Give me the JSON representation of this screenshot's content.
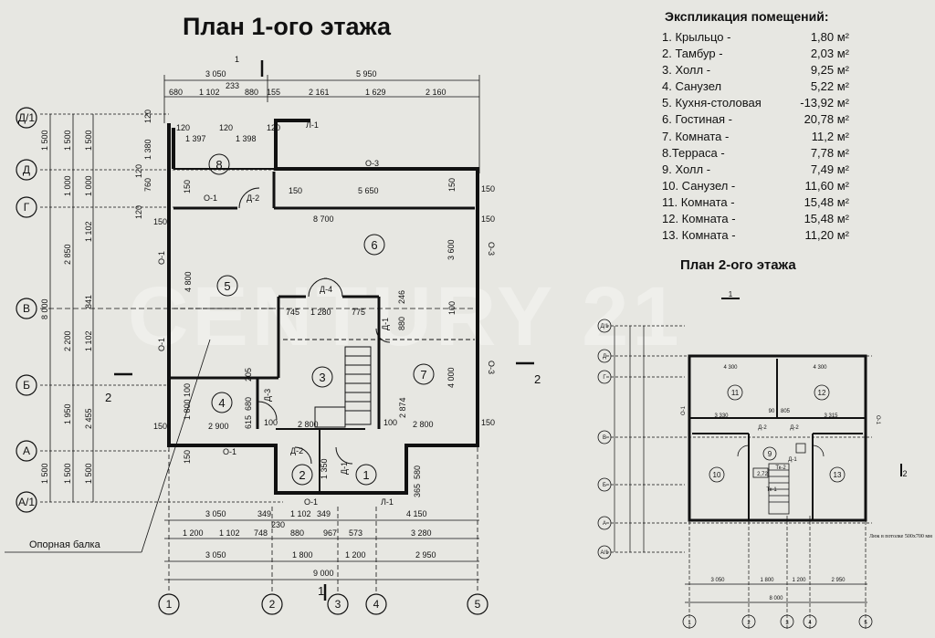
{
  "plan1": {
    "title": "План 1-ого этажа",
    "section_marks": [
      "1",
      "2"
    ],
    "top_dims_1": [
      "3 050",
      "5 950"
    ],
    "top_dims_2": [
      "680",
      "1 102",
      "233",
      "880",
      "155",
      "2 161",
      "1 629",
      "2 160"
    ],
    "inner_top": [
      "120",
      "1 397",
      "120",
      "1 398",
      "120"
    ],
    "left_dims_1": [
      "1 500",
      "1 500",
      "1 000",
      "2 850",
      "2 200",
      "1 950",
      "1 500"
    ],
    "left_total": "8 000",
    "left_dims_2": [
      "1 500",
      "1 000",
      "1 102",
      "841",
      "1 102",
      "2 455",
      "1 500"
    ],
    "axes_rows": [
      "Д/1",
      "Д",
      "Г",
      "В",
      "Б",
      "А",
      "А/1"
    ],
    "axes_cols": [
      "1",
      "2",
      "3",
      "4",
      "5"
    ],
    "rooms": [
      "8",
      "6",
      "5",
      "4",
      "3",
      "7",
      "2",
      "1"
    ],
    "labels": {
      "o3": "О-3",
      "o1": "О-1",
      "l1": "Л-1",
      "d2": "Д-2",
      "d1": "Д-1",
      "d3": "Д-3",
      "d4": "Д-4",
      "w5650": "5 650",
      "w8700": "8 700",
      "w4800": "4 800",
      "w3600": "3 600",
      "w745": "745",
      "w1280": "1 280",
      "w775": "775",
      "w2900": "2 900",
      "w2800a": "2 800",
      "w2800b": "2 800",
      "w4000": "4 000",
      "w2874": "2 874",
      "w1800": "1 800",
      "w1350": "1 350",
      "v150": "150",
      "v100": "100",
      "v1380": "1 380",
      "v760": "760",
      "v246": "246",
      "v880": "880",
      "v205": "205",
      "v680": "680",
      "v615": "615",
      "v1000": "1 000",
      "v580": "580",
      "v365": "365"
    },
    "bot_dims_1": [
      "3 050",
      "349",
      "1 102",
      "349",
      "4 150"
    ],
    "bot_dims_2": [
      "1 200",
      "1 102",
      "748",
      "230",
      "880",
      "967",
      "573",
      "3 280"
    ],
    "bot_dims_3": [
      "3 050",
      "1 800",
      "1 200",
      "2 950"
    ],
    "bot_total": "9 000",
    "beam": "Опорная балка"
  },
  "explication": {
    "title": "Экспликация помещений:",
    "items": [
      {
        "name": "1. Крыльцо  -",
        "area": "1,80 м²"
      },
      {
        "name": "2. Тамбур  -",
        "area": "2,03 м²"
      },
      {
        "name": "3. Холл  -",
        "area": "9,25 м²"
      },
      {
        "name": "4. Санузел",
        "area": "5,22 м²"
      },
      {
        "name": "5. Кухня-столовая",
        "area": "-13,92 м²"
      },
      {
        "name": "6. Гостиная  -",
        "area": "20,78 м²"
      },
      {
        "name": "7. Комната  -",
        "area": "11,2 м²"
      },
      {
        "name": "8.Терраса  -",
        "area": "7,78 м²"
      },
      {
        "name": "9. Холл  -",
        "area": "7,49 м²"
      },
      {
        "name": "10. Санузел  -",
        "area": "11,60 м²"
      },
      {
        "name": "11. Комната  -",
        "area": "15,48 м²"
      },
      {
        "name": "12. Комната  -",
        "area": "15,48 м²"
      },
      {
        "name": "13. Комната  -",
        "area": "11,20 м²"
      }
    ]
  },
  "plan2": {
    "title": "План 2-ого этажа",
    "section_marks": [
      "1",
      "2"
    ],
    "rooms": [
      "11",
      "12",
      "10",
      "9",
      "13"
    ],
    "axes_rows": [
      "Д/1",
      "Д",
      "Г",
      "В",
      "Б",
      "А",
      "А/1"
    ],
    "axes_cols": [
      "1",
      "2",
      "3",
      "4",
      "5"
    ],
    "dims_top": [
      "4 300",
      "4 300"
    ],
    "dims_mid": [
      "3 330",
      "90",
      "805",
      "3 315"
    ],
    "bot_dims": [
      "3 050",
      "1 800",
      "1 200",
      "2 950"
    ],
    "bot_total": "8 000",
    "area_label": "2,72",
    "note": "Люк в потолке 500х700 мм",
    "labels": {
      "d2a": "Д-2",
      "d2b": "Д-2",
      "d1": "Д-1",
      "o1": "О-1",
      "te1": "Тк-1",
      "te2": "Тк-2"
    }
  },
  "watermark": "CENTURY 21"
}
